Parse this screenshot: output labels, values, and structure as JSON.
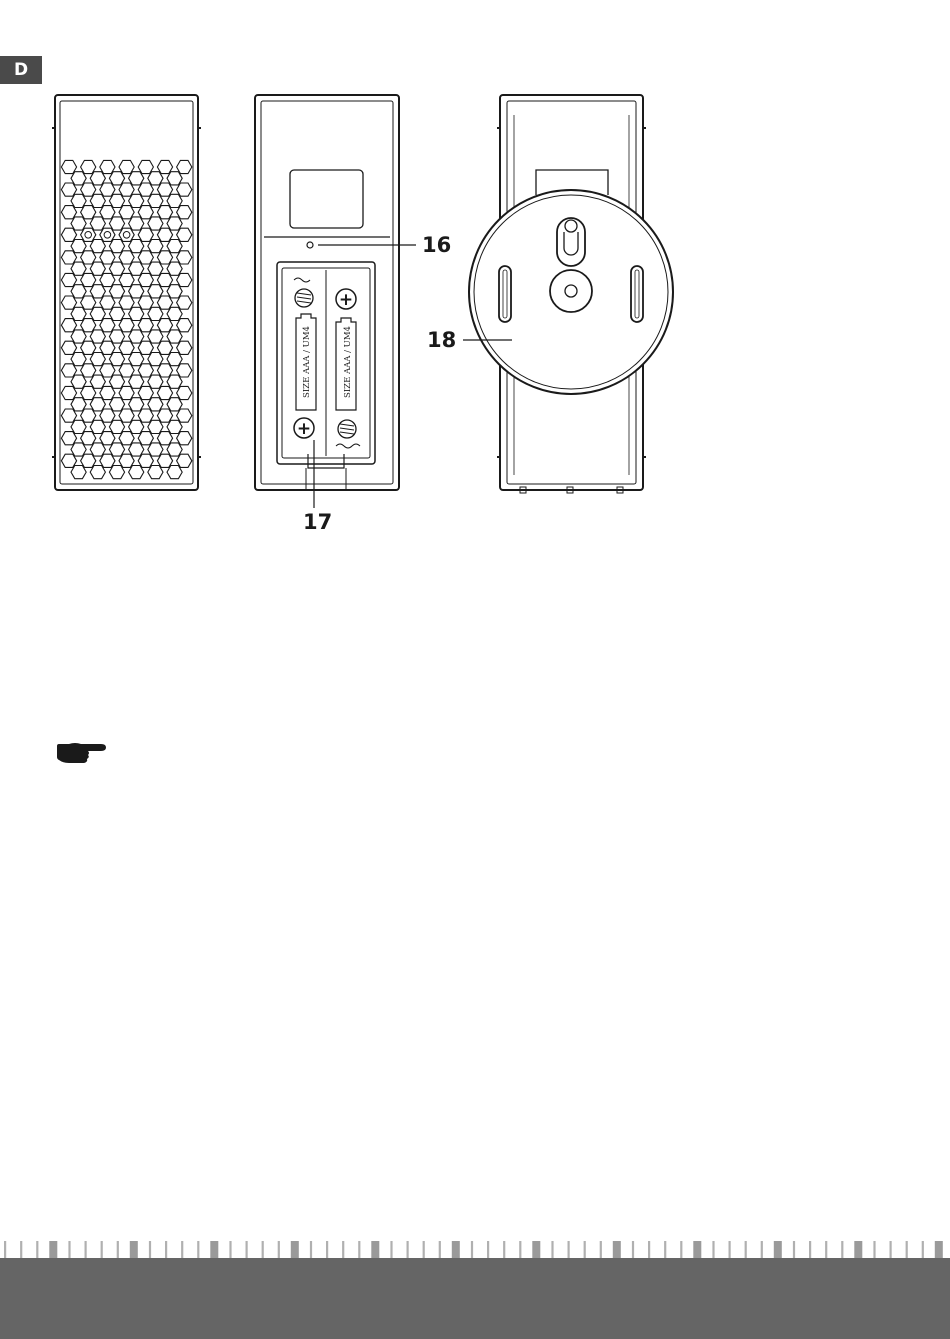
{
  "language_tab": {
    "label": "D"
  },
  "figure": {
    "callouts": [
      {
        "id": "16",
        "label": "16"
      },
      {
        "id": "17",
        "label": "17"
      },
      {
        "id": "18",
        "label": "18"
      }
    ],
    "battery_compartment": {
      "slot_left_label": "SIZE AAA / UM4",
      "slot_right_label": "SIZE AAA / UM4",
      "positive_symbol": "+"
    }
  },
  "note": {
    "icon": "pointing-hand-icon"
  },
  "colors": {
    "footer": "#656565",
    "tab": "#4a4a4a",
    "line": "#1a1a1a"
  }
}
